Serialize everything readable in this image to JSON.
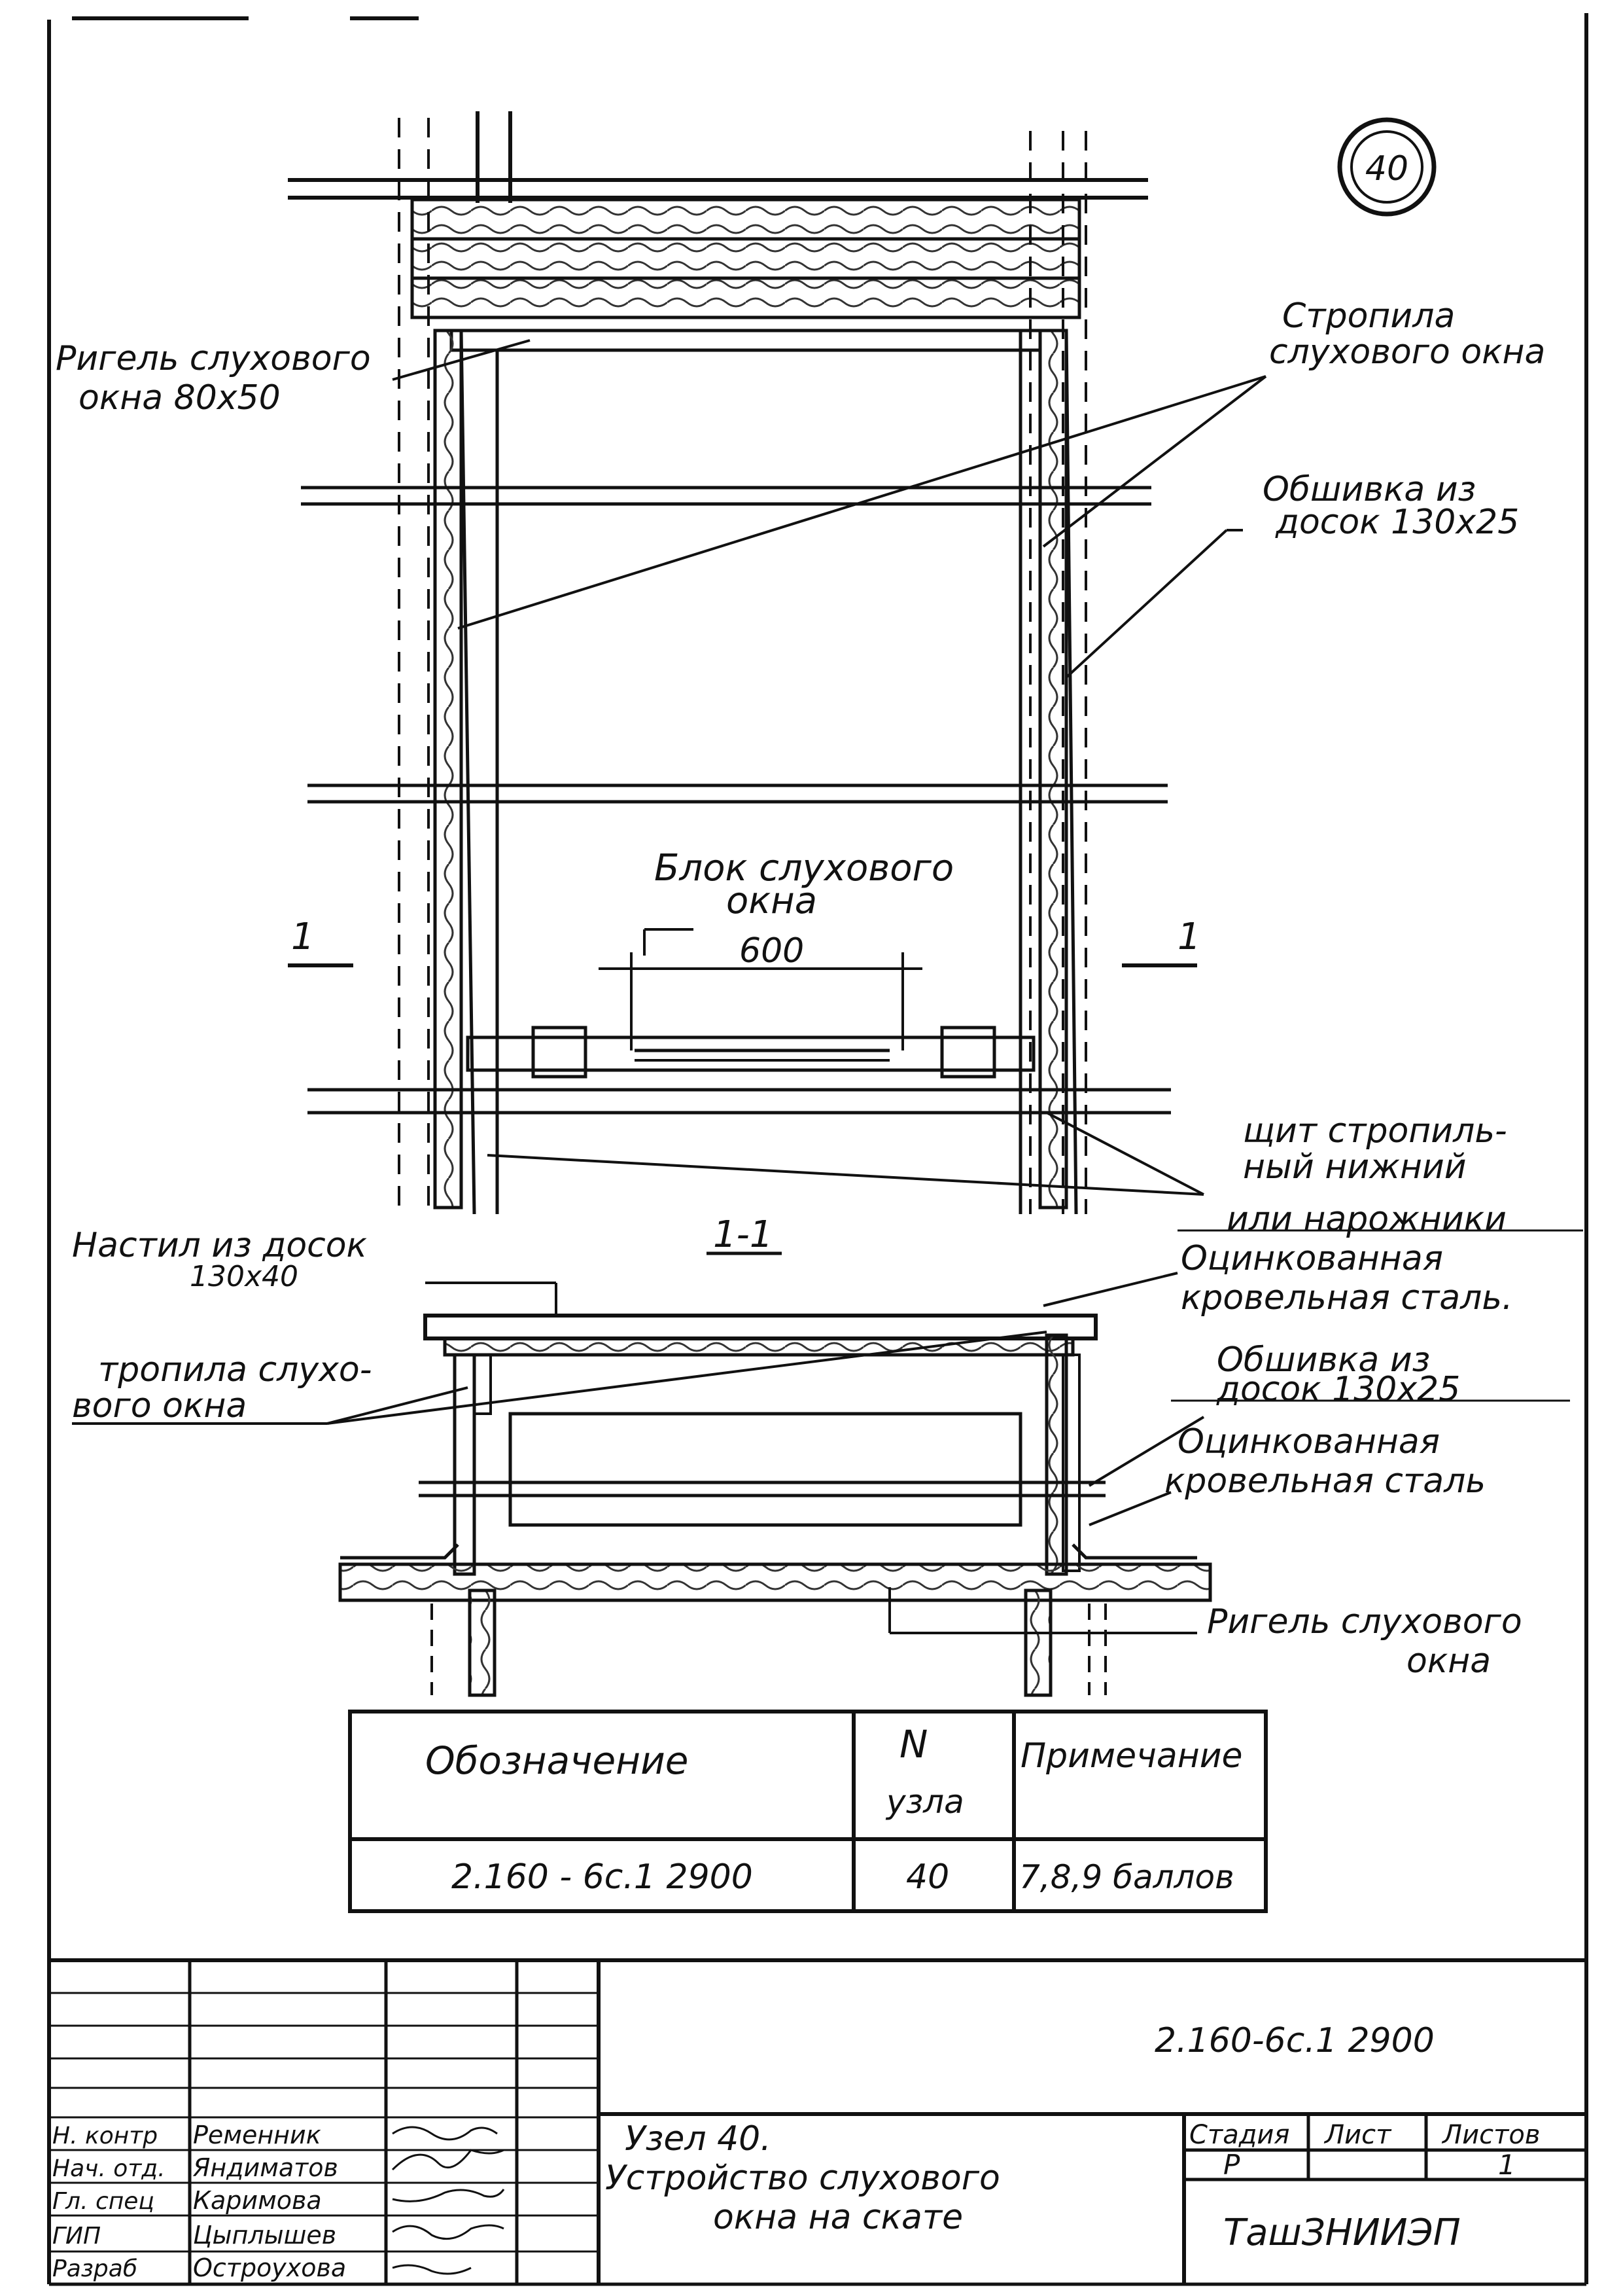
{
  "node_badge": "40",
  "labels": {
    "rigel_top": [
      "Ригель слухового",
      "окна 80х50"
    ],
    "stropila_top": [
      "Стропила",
      "слухового окна"
    ],
    "obshivka_top": [
      "Обшивка из",
      "досок 130х25"
    ],
    "blok": [
      "Блок слухового",
      "окна"
    ],
    "dim_600": "600",
    "section_left": "1",
    "section_right": "1",
    "shchit": [
      "щит стропиль-",
      "ный нижний"
    ],
    "narozhniki": "или нарожники",
    "section_title": "1-1",
    "nastil": [
      "Настил из досок",
      "130х40"
    ],
    "ocinkovannaya_top": [
      "Оцинкованная",
      "кровельная сталь."
    ],
    "stropila_bottom": [
      "тропила слухо-",
      "вого окна"
    ],
    "obshivka_bottom": [
      "Обшивка из",
      "досок 130х25"
    ],
    "ocinkovannaya_bottom": [
      "Оцинкованная",
      "кровельная сталь"
    ],
    "rigel_bottom": [
      "Ригель слухового",
      "окна"
    ]
  },
  "table": {
    "headers": [
      "Обозначение",
      "N",
      "узла",
      "Примечание"
    ],
    "row": {
      "designation": "2.160 - 6c.1   2900",
      "node": "40",
      "note": "7,8,9 баллов"
    }
  },
  "title_block": {
    "doc_code": "2.160-6c.1   2900",
    "roles": [
      "Н. контр",
      "Нач. отд.",
      "Гл. спец",
      "ГИП",
      "Разраб"
    ],
    "names": [
      "Ременник",
      "Яндиматов",
      "Каримова",
      "Цыплышев",
      "Остроухова"
    ],
    "title_line1": "Узел 40.",
    "title_line2": "Устройство слухового",
    "title_line3": "окна на скате",
    "stage_header": "Стадия",
    "sheet_header": "Лист",
    "sheets_header": "Листов",
    "stage_value": "Р",
    "sheet_value": "",
    "sheets_value": "1",
    "organization": "ТашЗНИИЭП"
  }
}
